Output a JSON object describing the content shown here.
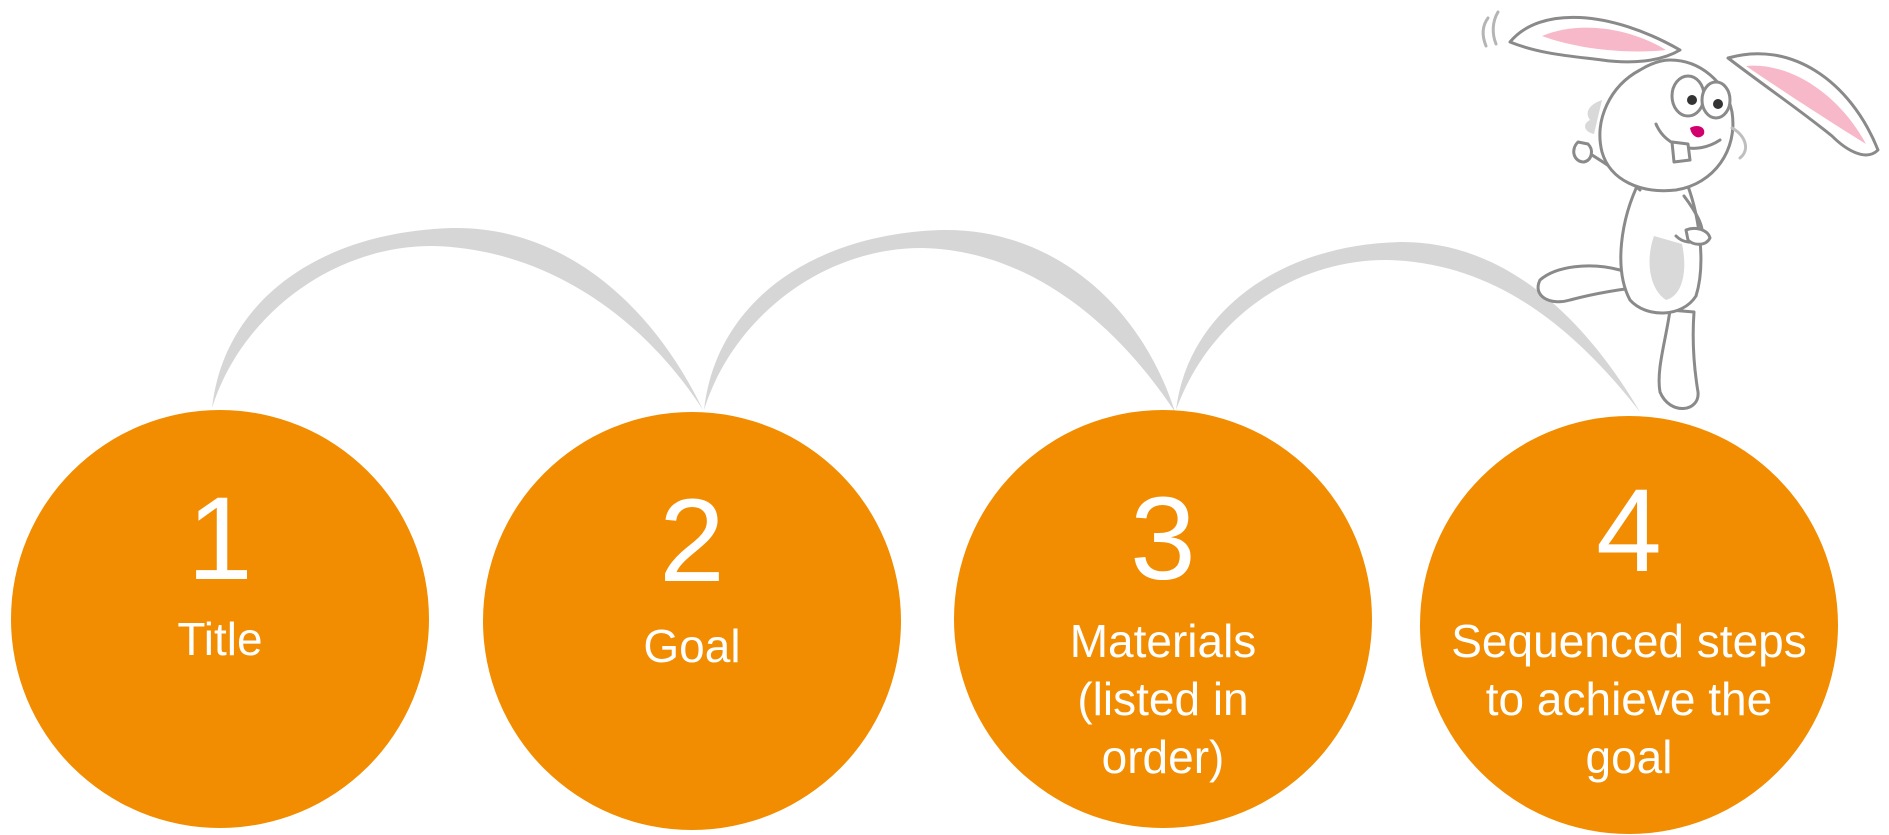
{
  "colors": {
    "circle": "#F28C00",
    "text": "#FFFFFF",
    "arc": "#D6D6D6"
  },
  "steps": [
    {
      "number": "1",
      "label": "Title"
    },
    {
      "number": "2",
      "label": "Goal"
    },
    {
      "number": "3",
      "label": "Materials\n(listed in\norder)"
    },
    {
      "number": "4",
      "label": "Sequenced steps\nto achieve the\ngoal"
    }
  ],
  "illustration": {
    "icon": "hopping-bunny-icon"
  }
}
